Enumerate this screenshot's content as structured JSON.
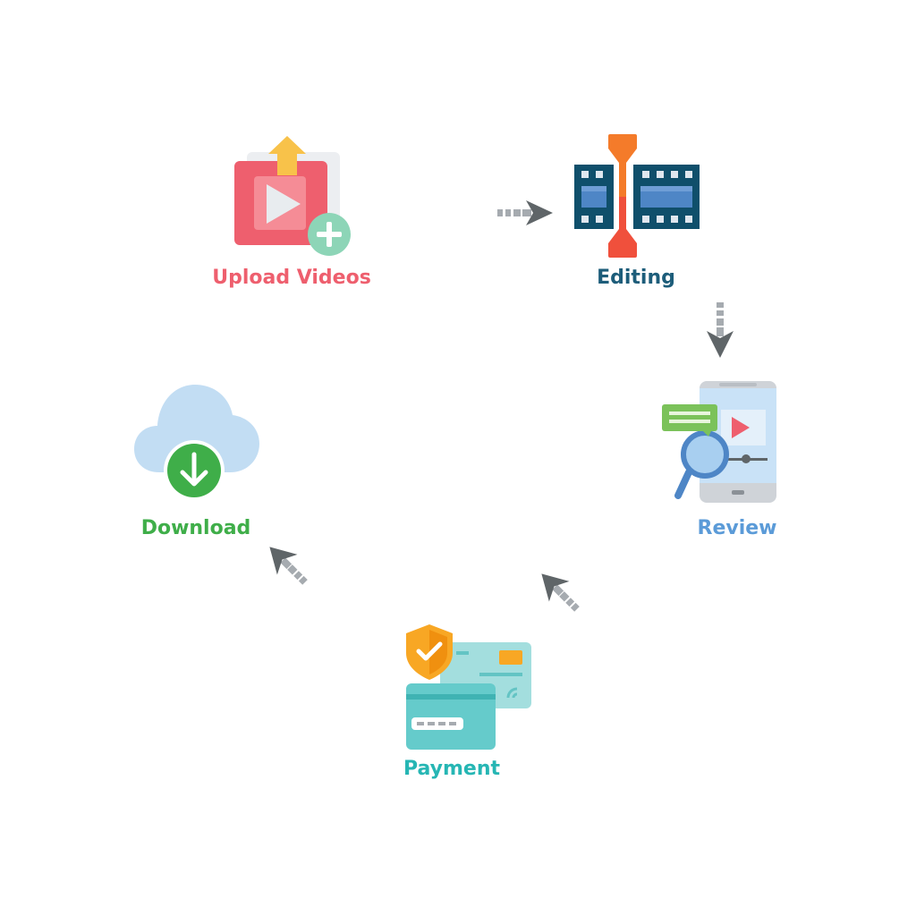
{
  "steps": {
    "upload": {
      "label": "Upload Videos",
      "color": "#ee5f6e",
      "icon": "video-upload-icon"
    },
    "editing": {
      "label": "Editing",
      "color": "#1d5d7a",
      "icon": "film-editing-icon"
    },
    "review": {
      "label": "Review",
      "color": "#5b9bd8",
      "icon": "mobile-review-icon"
    },
    "payment": {
      "label": "Payment",
      "color": "#26b6b4",
      "icon": "credit-card-payment-icon"
    },
    "download": {
      "label": "Download",
      "color": "#3fae49",
      "icon": "cloud-download-icon"
    }
  },
  "arrows": {
    "color_light": "#a6abb0",
    "color_dark": "#5f6568"
  }
}
